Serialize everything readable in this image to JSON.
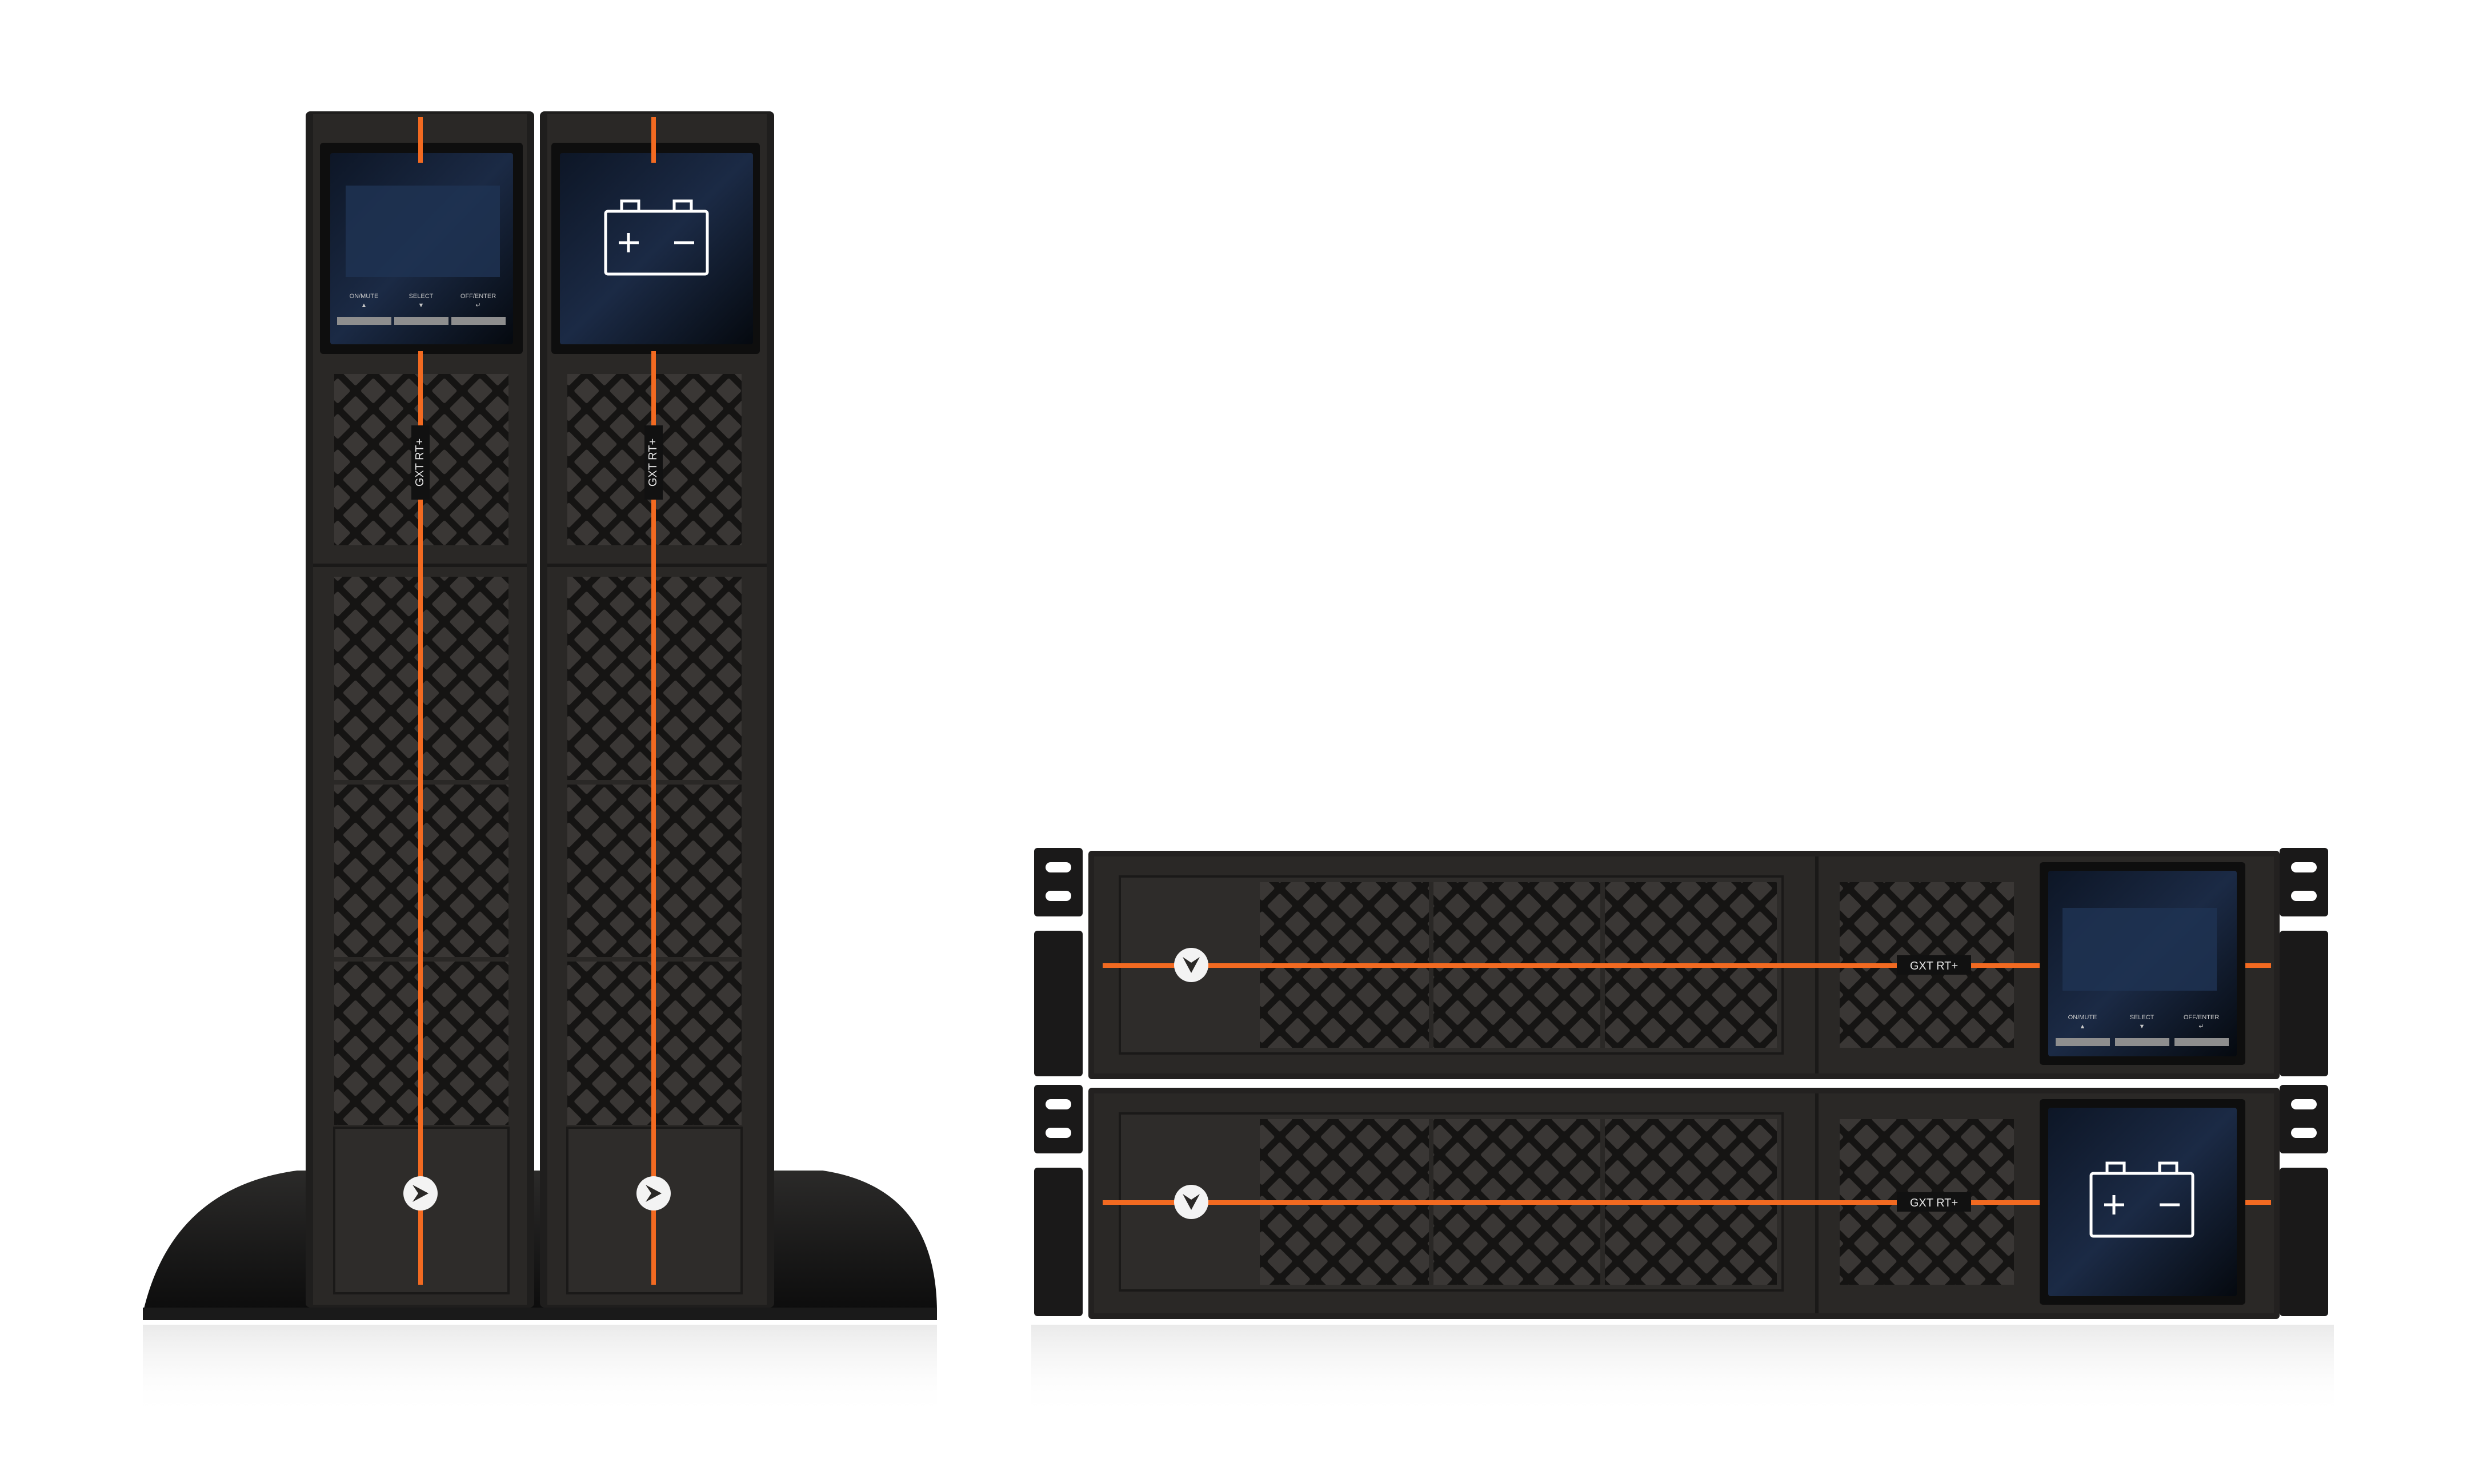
{
  "products": {
    "model_label": "GXT RT+",
    "tower_ups": {
      "buttons": [
        {
          "label": "ON/MUTE",
          "symbol": "▲"
        },
        {
          "label": "SELECT",
          "symbol": "▼"
        },
        {
          "label": "OFF/ENTER",
          "symbol": "↵"
        }
      ]
    },
    "rack_ups": {
      "buttons": [
        {
          "label": "ON/MUTE",
          "symbol": "▲"
        },
        {
          "label": "SELECT",
          "symbol": "▼"
        },
        {
          "label": "OFF/ENTER",
          "symbol": "↵"
        }
      ]
    },
    "battery_panel": {
      "plus": "+",
      "minus": "−"
    }
  },
  "colors": {
    "body": "#2a2826",
    "frame": "#1b1a19",
    "accent_orange": "#f26a21",
    "screen": "#0b1320",
    "screen_glow": "#1d2d4a",
    "background": "#ffffff"
  }
}
